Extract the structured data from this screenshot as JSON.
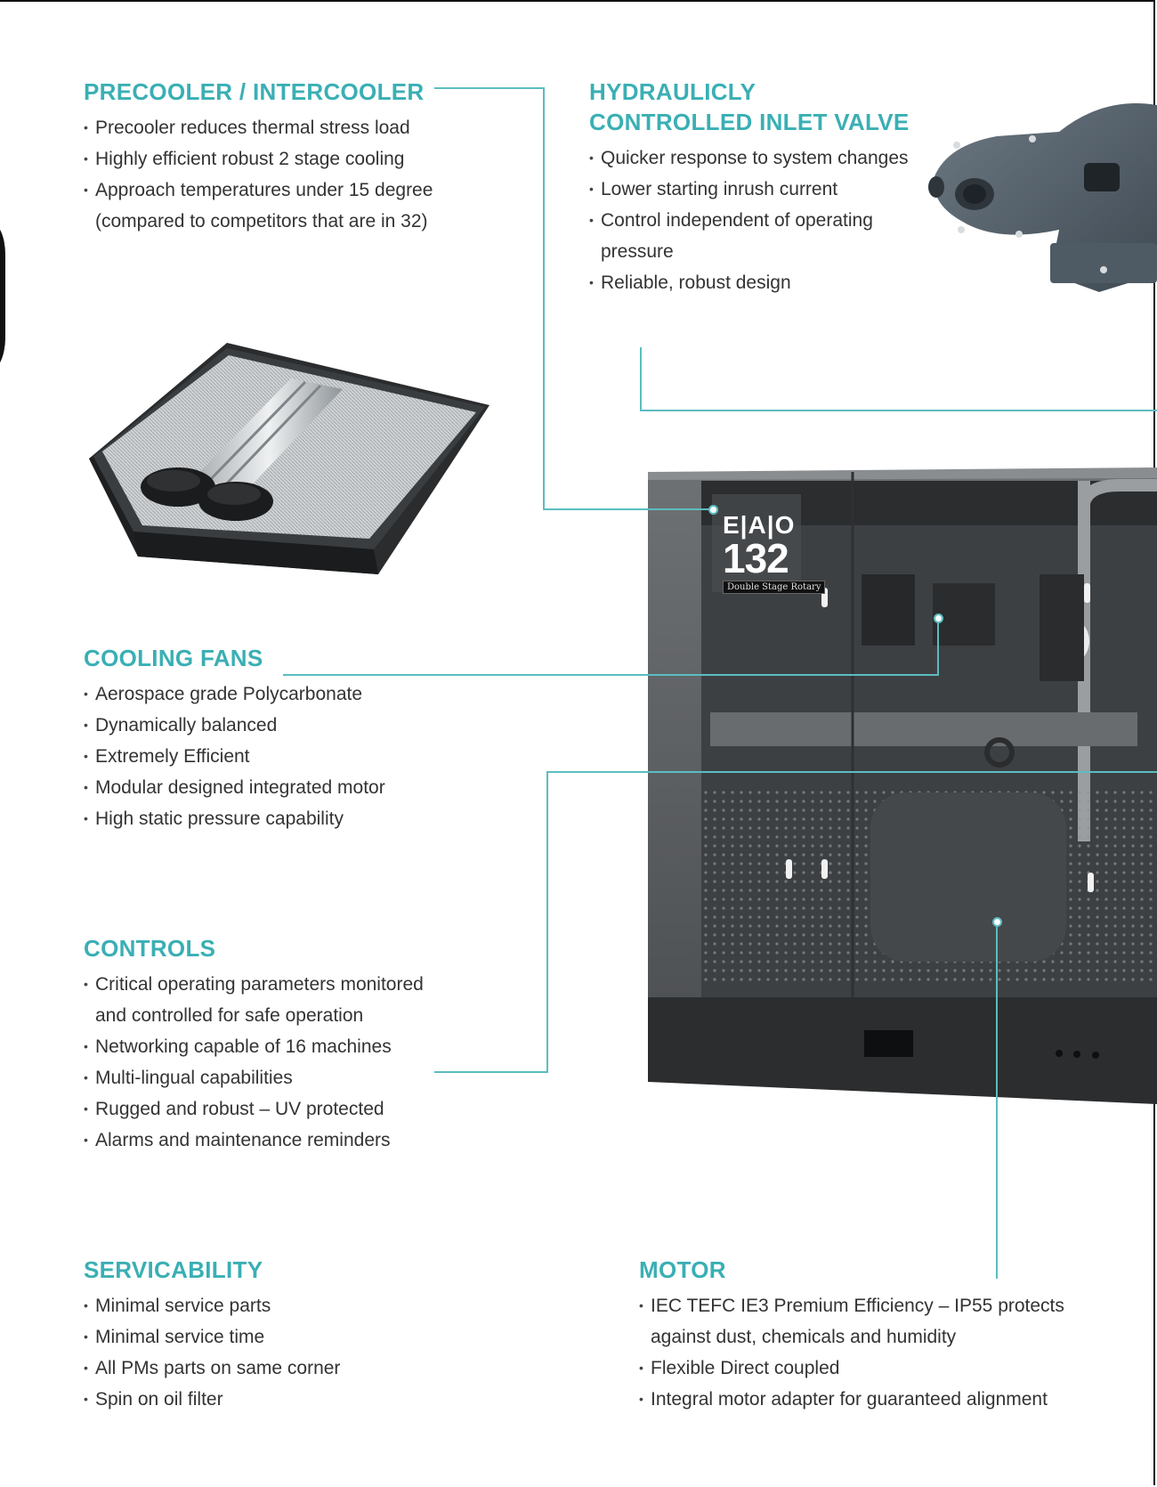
{
  "sections": {
    "precooler": {
      "title": "PRECOOLER / INTERCOOLER",
      "items": [
        "Precooler reduces thermal stress load",
        "Highly efficient robust 2 stage cooling",
        "Approach temperatures under 15 degree (compared to competitors that are in 32)"
      ]
    },
    "valve": {
      "title_line1": "HYDRAULICLY",
      "title_line2": "CONTROLLED INLET VALVE",
      "items": [
        "Quicker response to system changes",
        "Lower starting inrush current",
        "Control independent of operating pressure",
        "Reliable, robust design"
      ]
    },
    "fans": {
      "title": "COOLING FANS",
      "items": [
        "Aerospace grade Polycarbonate",
        "Dynamically balanced",
        "Extremely Efficient",
        "Modular designed integrated motor",
        "High static pressure capability"
      ]
    },
    "controls": {
      "title": "CONTROLS",
      "items": [
        "Critical operating parameters monitored and controlled for safe operation",
        "Networking capable of 16 machines",
        "Multi-lingual capabilities",
        "Rugged and robust – UV protected",
        "Alarms and maintenance reminders"
      ]
    },
    "service": {
      "title": "SERVICABILITY",
      "items": [
        "Minimal service parts",
        "Minimal service time",
        "All PMs parts on same corner",
        "Spin on oil filter"
      ]
    },
    "motor": {
      "title": "MOTOR",
      "items": [
        "IEC TEFC IE3 Premium Efficiency – IP55 protects against dust, chemicals and humidity",
        "Flexible Direct coupled",
        "Integral motor adapter for guaranteed alignment"
      ]
    }
  },
  "machine": {
    "brand": "E|A|O",
    "model": "132",
    "caption": "Double Stage Rotary"
  },
  "colors": {
    "accent": "#3aafb4",
    "leader_line": "#5bbdc1",
    "text": "#333333"
  }
}
